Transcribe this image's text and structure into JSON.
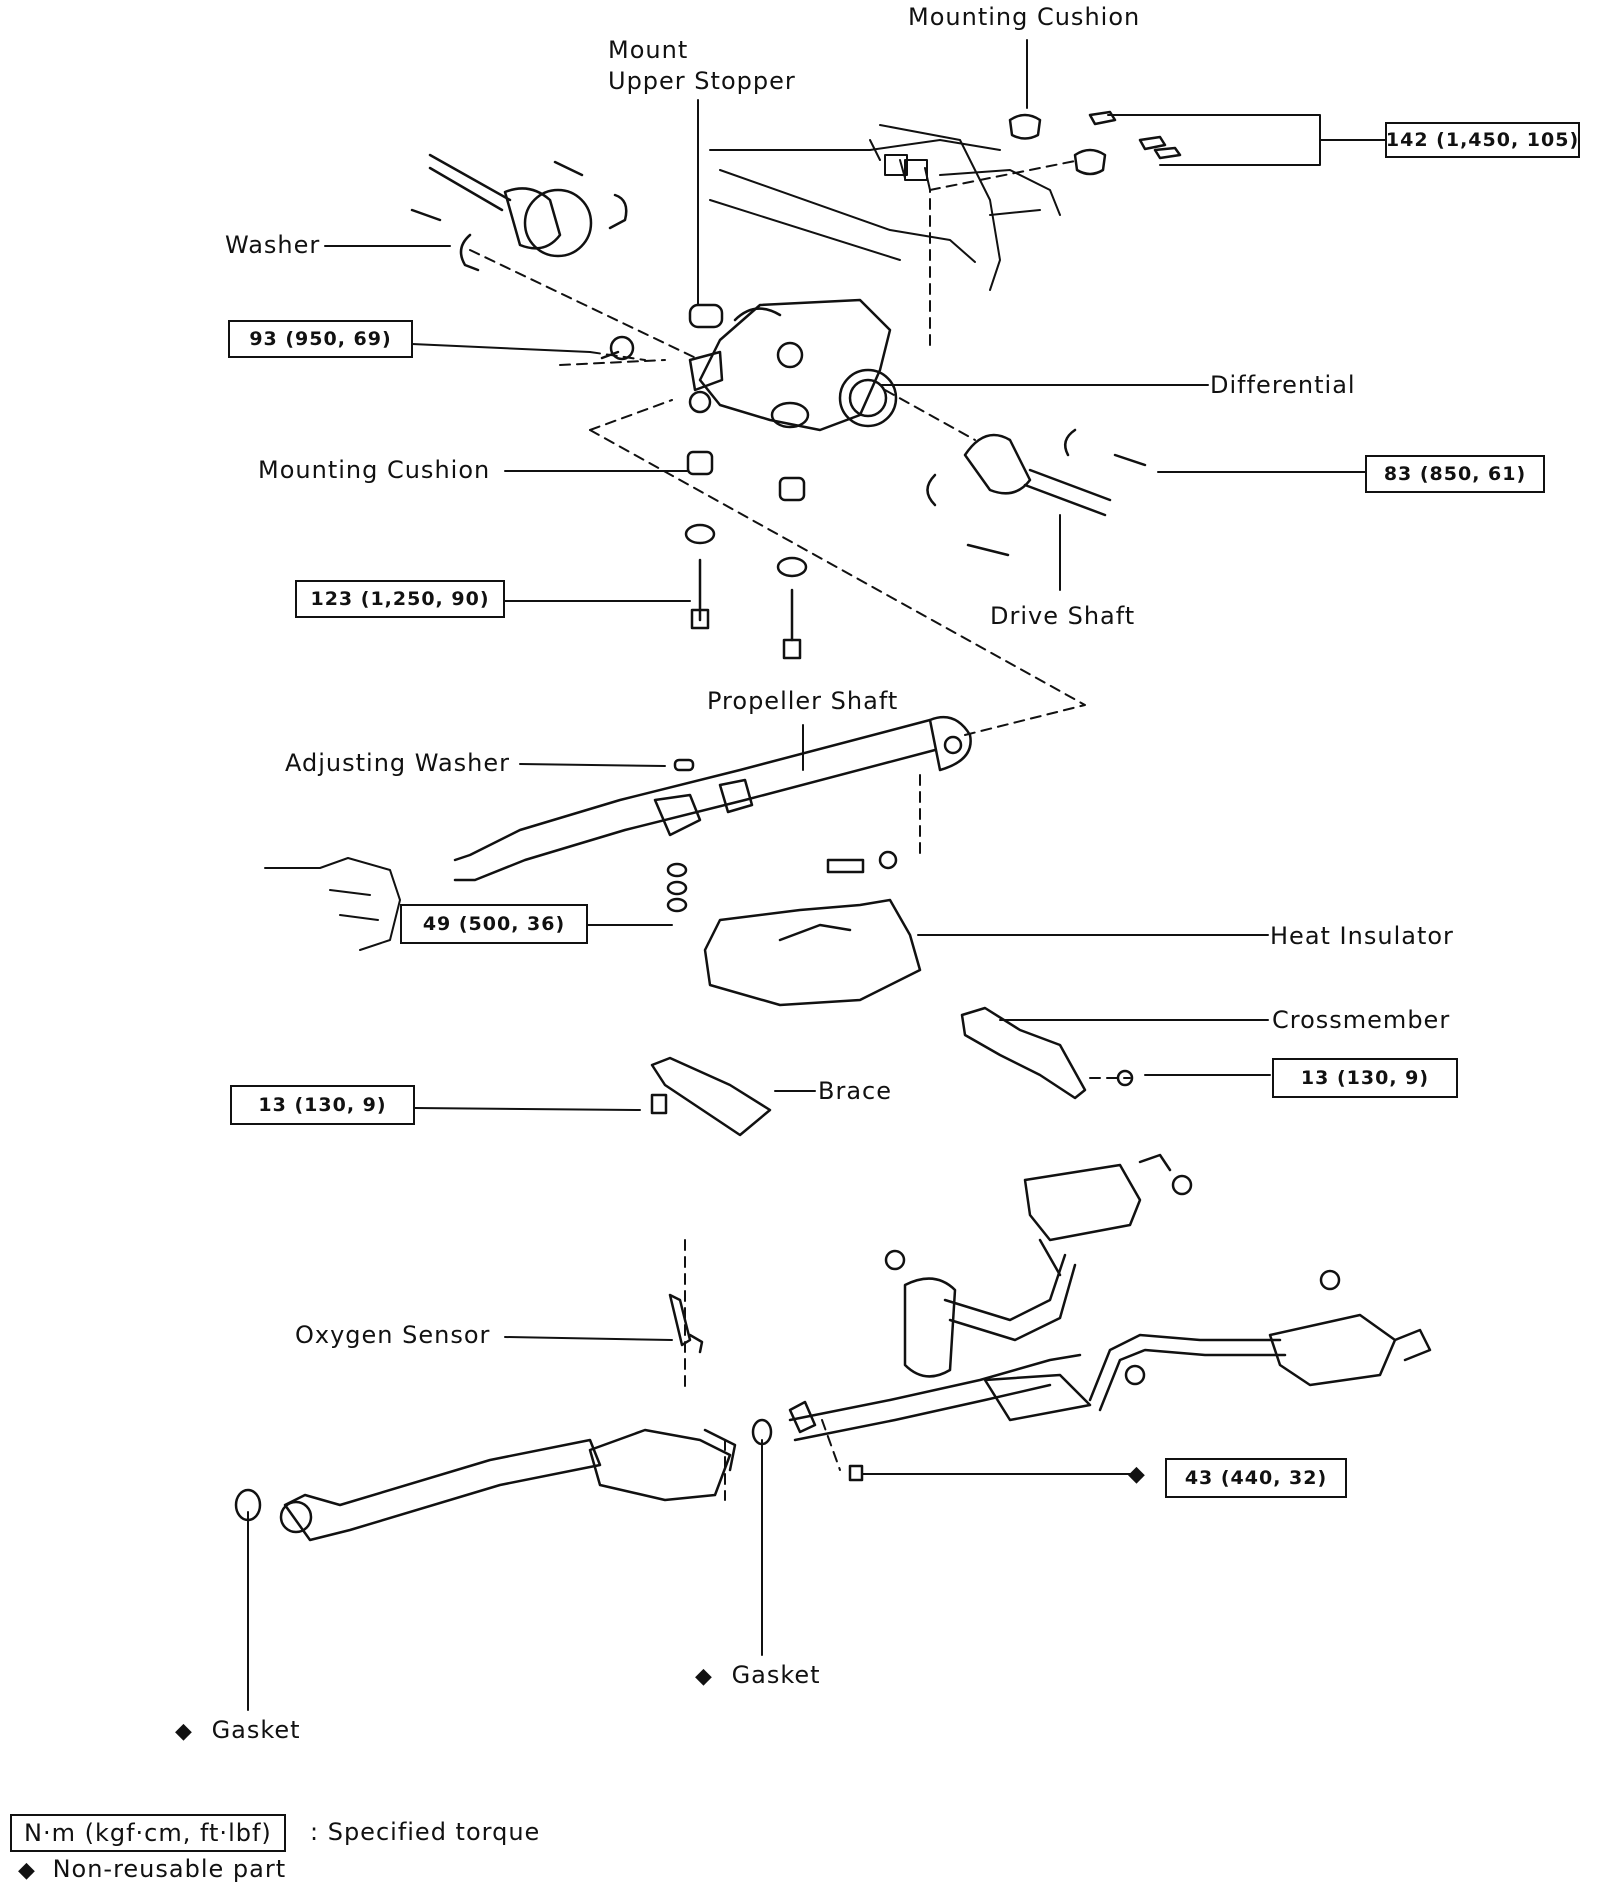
{
  "labels": {
    "mounting_cushion_top": "Mounting Cushion",
    "mount_upper_stopper_1": "Mount",
    "mount_upper_stopper_2": "Upper Stopper",
    "washer": "Washer",
    "differential": "Differential",
    "mounting_cushion_mid": "Mounting Cushion",
    "drive_shaft": "Drive Shaft",
    "propeller_shaft": "Propeller Shaft",
    "adjusting_washer": "Adjusting Washer",
    "heat_insulator": "Heat Insulator",
    "crossmember": "Crossmember",
    "brace": "Brace",
    "oxygen_sensor": "Oxygen Sensor",
    "gasket_center": "Gasket",
    "gasket_left": "Gasket"
  },
  "torques": {
    "t142": "142 (1,450, 105)",
    "t93": "93 (950, 69)",
    "t83": "83 (850, 61)",
    "t123": "123 (1,250, 90)",
    "t49": "49 (500, 36)",
    "t13_right": "13 (130, 9)",
    "t13_left": "13 (130, 9)",
    "t43": "43 (440, 32)"
  },
  "legend": {
    "torque_unit": "N·m (kgf·cm, ft·lbf)",
    "torque_desc": ":  Specified torque",
    "nonreusable": "Non-reusable part"
  },
  "symbols": {
    "diamond": "◆"
  }
}
